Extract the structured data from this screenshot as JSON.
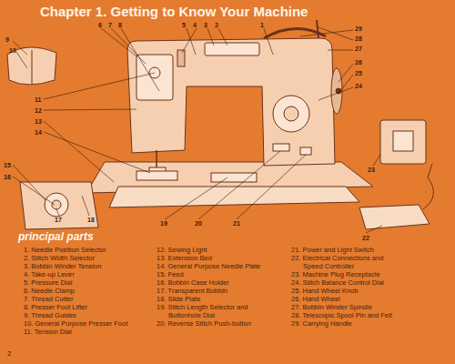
{
  "diagram": {
    "title": "Chapter 1. Getting to Know Your Machine",
    "labels": [
      "6",
      "7",
      "8",
      "9",
      "10",
      "5",
      "4",
      "3",
      "2",
      "1",
      "29",
      "28",
      "27",
      "26",
      "25",
      "24",
      "11",
      "12",
      "13",
      "14",
      "15",
      "16",
      "17",
      "18",
      "19",
      "20",
      "21",
      "22",
      "23",
      "principal parts",
      "1. Needle Position Selector",
      "2. Stitch Width Selector",
      "3. Bobbin Winder Tension",
      "4. Take-up Lever",
      "5. Pressure Dial",
      "6. Needle Clamp",
      "7. Thread Cutter",
      "8. Presser Foot Lifter",
      "9. Thread Guides",
      "10. General Purpose Presser Foot",
      "11. Tension Dial",
      "12. Sewing Light",
      "13. Extension Bed",
      "14. General Purpose Needle Plate",
      "15. Feed",
      "16. Bobbin Case Holder",
      "17. Transparent Bobbin",
      "18. Slide Plate",
      "19. Stitch Length Selector and Buttonhole Dial",
      "20. Reverse Stitch Push-button",
      "21. Power and Light Switch",
      "22. Electrical Connections and Speed Controller",
      "23. Machine Plug Receptacle",
      "24. Stitch Balance Control Dial",
      "25. Hand Wheel Knob",
      "26. Hand Wheel",
      "27. Bobbin Winder Spindle",
      "28. Telescopic Spool Pin and Felt",
      "29. Carrying Handle",
      "2"
    ]
  }
}
